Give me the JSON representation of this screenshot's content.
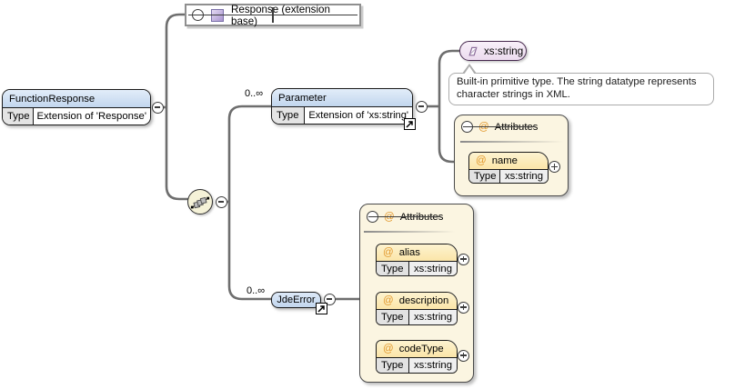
{
  "nodes": {
    "function_response": {
      "name": "FunctionResponse",
      "type_label": "Type",
      "type_value": "Extension of 'Response'"
    },
    "extension_base": {
      "label": "Response (extension base)"
    },
    "parameter": {
      "name": "Parameter",
      "type_label": "Type",
      "type_value": "Extension of 'xs:string'",
      "occurrence": "0..∞"
    },
    "jde_error": {
      "name": "JdeError",
      "occurrence": "0..∞"
    },
    "xs_string": {
      "label": "xs:string"
    },
    "xs_string_doc": {
      "text": "Built-in primitive type. The string datatype represents character strings in XML."
    }
  },
  "parameter_attributes": {
    "title": "Attributes",
    "at_symbol": "@",
    "items": [
      {
        "at": "@",
        "name": "name",
        "type_label": "Type",
        "type_value": "xs:string"
      }
    ]
  },
  "jde_error_attributes": {
    "title": "Attributes",
    "at_symbol": "@",
    "items": [
      {
        "at": "@",
        "name": "alias",
        "type_label": "Type",
        "type_value": "xs:string"
      },
      {
        "at": "@",
        "name": "description",
        "type_label": "Type",
        "type_value": "xs:string"
      },
      {
        "at": "@",
        "name": "codeType",
        "type_label": "Type",
        "type_value": "xs:string"
      }
    ]
  },
  "colors": {
    "element_header": "#c2d6ee",
    "attribute_header": "#fbe5a8",
    "container_background": "#fbf5e1",
    "simple_type_border": "#46284e",
    "at_icon": "#e2992e",
    "connector": "#6e6e6e"
  }
}
